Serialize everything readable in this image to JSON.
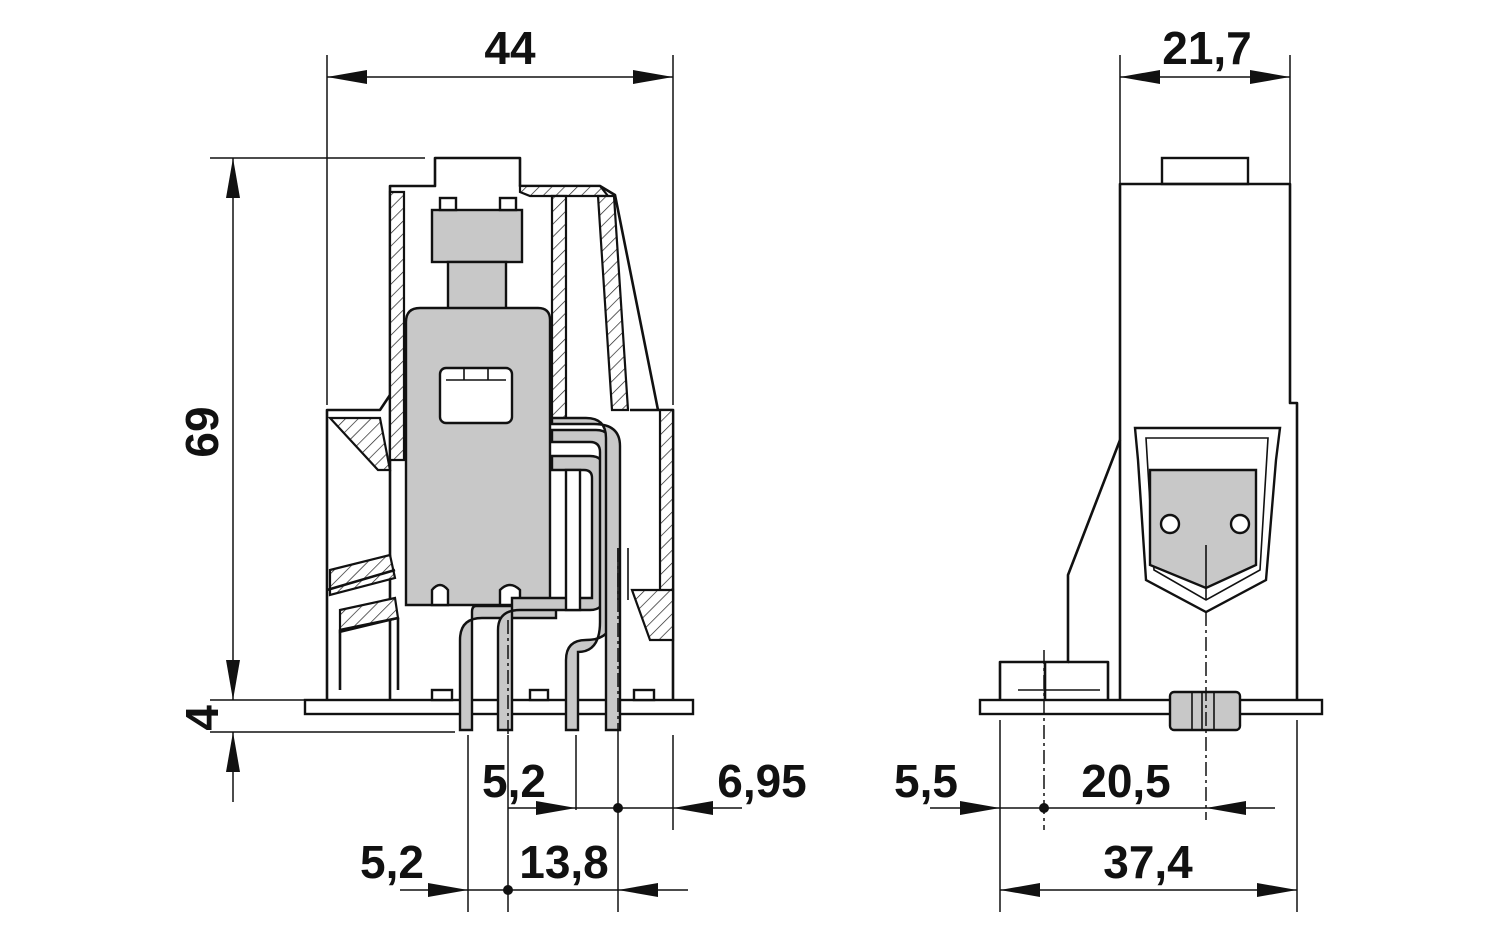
{
  "drawing": {
    "dimensions": {
      "overall_width": "44",
      "overall_height": "69",
      "pin_length": "4",
      "pin_pitch_upper": "5,2",
      "pin_pitch_lower": "5,2",
      "pin_span": "13,8",
      "pin_to_edge": "6,95",
      "side_depth": "21,7",
      "side_offset": "5,5",
      "side_pin_distance": "20,5",
      "side_footprint": "37,4"
    }
  }
}
